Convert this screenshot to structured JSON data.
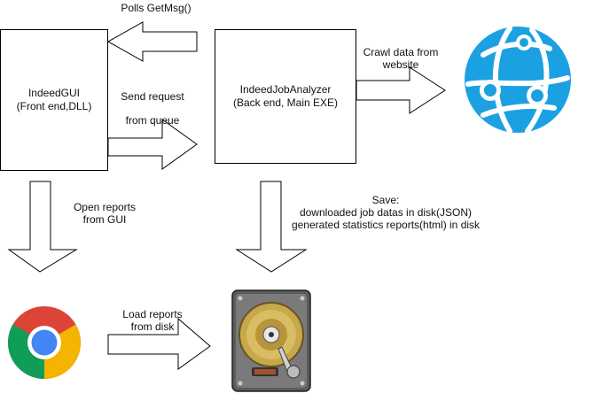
{
  "boxes": {
    "gui": {
      "line1": "IndeedGUI",
      "line2": "(Front end,DLL)"
    },
    "analyzer": {
      "line1": "IndeedJobAnalyzer",
      "line2": "(Back end, Main EXE)"
    }
  },
  "labels": {
    "polls": "Polls  GetMsg()",
    "send_request": "Send request",
    "from_queue": "from queue",
    "crawl_line1": "Crawl data from",
    "crawl_line2": "website",
    "open_reports_line1": "Open reports",
    "open_reports_line2": "from GUI",
    "save_line1": "Save:",
    "save_line2": "downloaded job datas in disk(JSON)",
    "save_line3": "generated statistics reports(html)  in disk",
    "load_reports_line1": "Load reports",
    "load_reports_line2": "from disk"
  },
  "icons": {
    "website": "globe-icon",
    "browser": "chrome-icon",
    "disk": "hard-drive-icon"
  },
  "colors": {
    "globe": "#1ba1e2",
    "chrome_red": "#db4437",
    "chrome_green": "#0f9d58",
    "chrome_yellow": "#f4b400",
    "chrome_blue": "#4285f4"
  }
}
